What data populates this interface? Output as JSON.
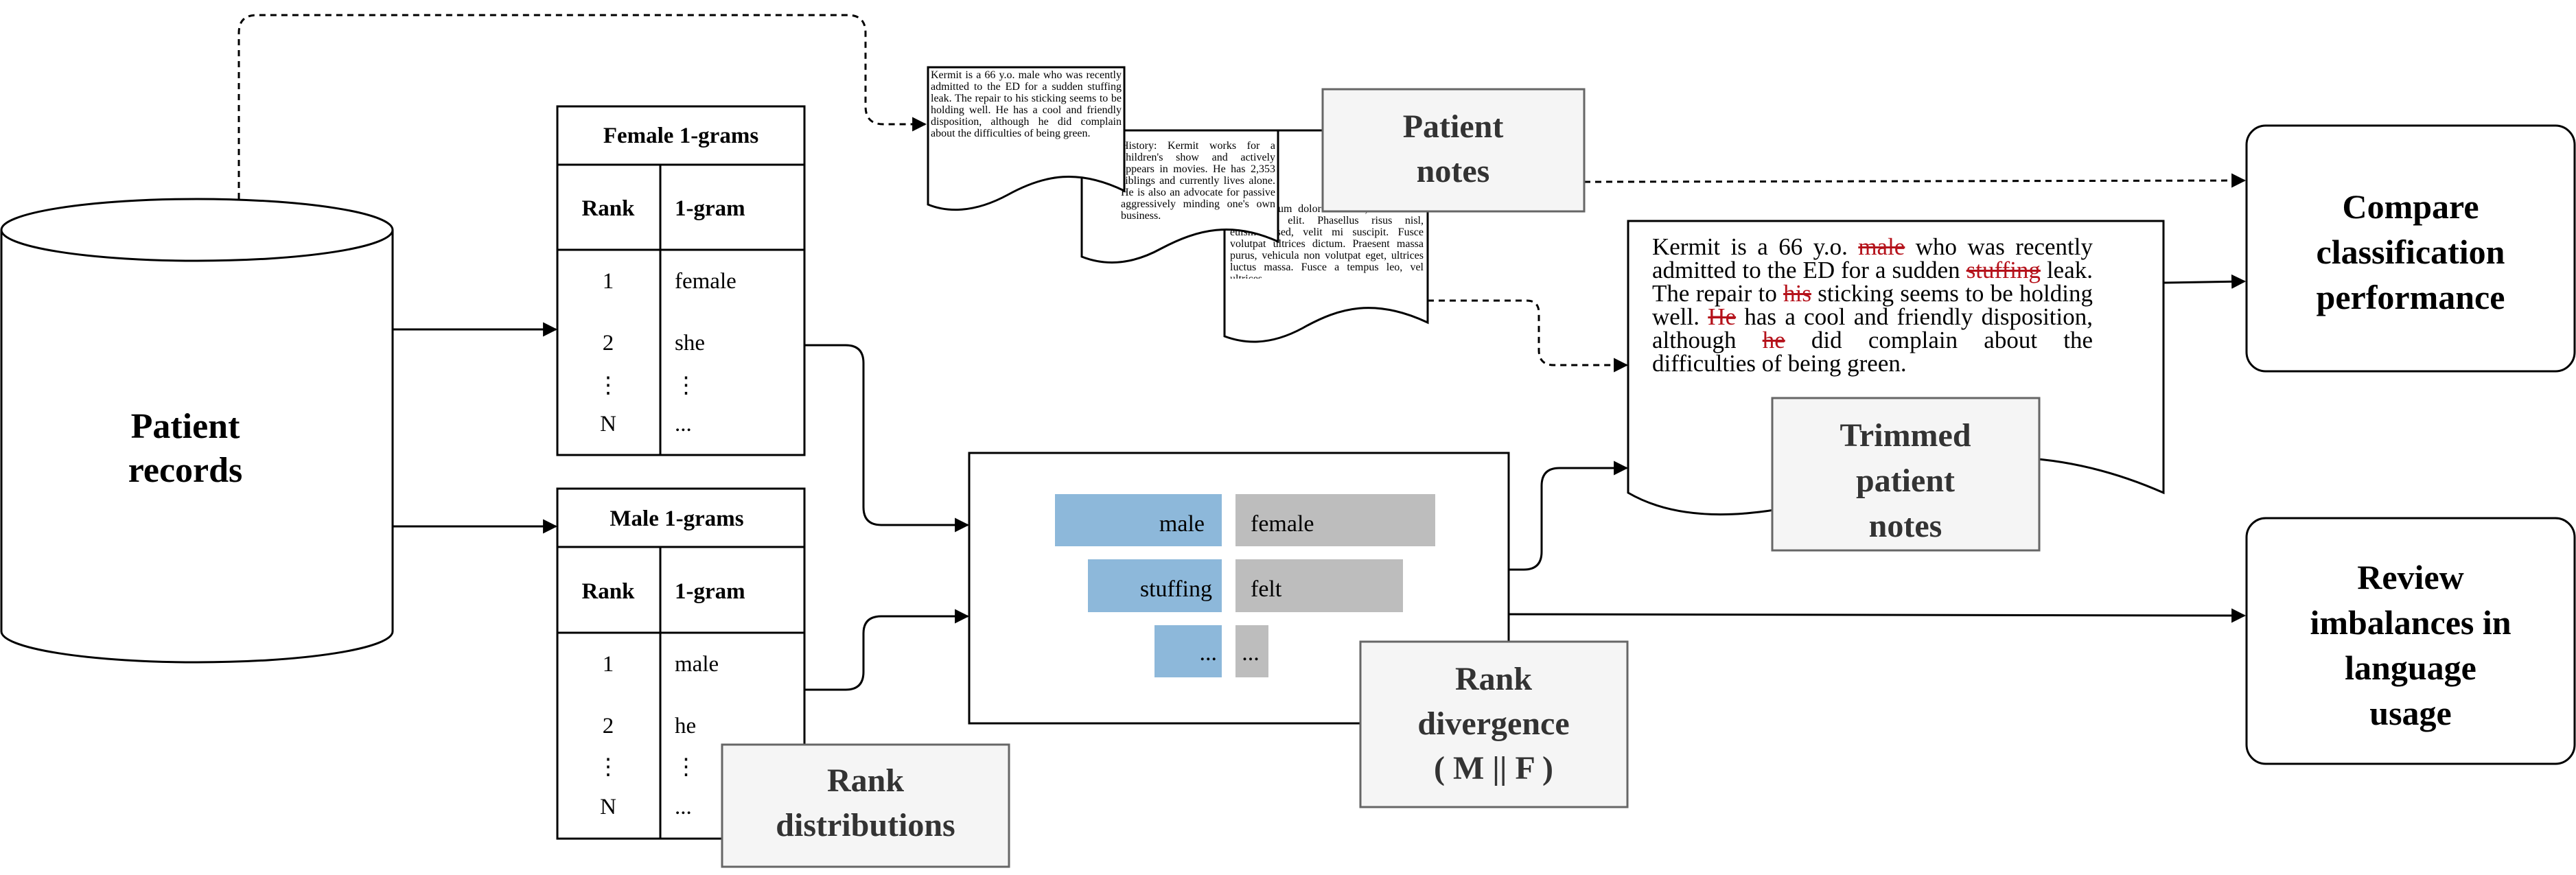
{
  "records": {
    "title_line1": "Patient",
    "title_line2": "records"
  },
  "female_table": {
    "title": "Female 1-grams",
    "col_rank": "Rank",
    "col_gram": "1-gram",
    "rows": [
      {
        "rank": "1",
        "gram": "female"
      },
      {
        "rank": "2",
        "gram": "she"
      },
      {
        "rank": "⋮",
        "gram": "⋮"
      },
      {
        "rank": "N",
        "gram": "..."
      }
    ]
  },
  "male_table": {
    "title": "Male 1-grams",
    "col_rank": "Rank",
    "col_gram": "1-gram",
    "rows": [
      {
        "rank": "1",
        "gram": "male"
      },
      {
        "rank": "2",
        "gram": "he"
      },
      {
        "rank": "⋮",
        "gram": "⋮"
      },
      {
        "rank": "N",
        "gram": "..."
      }
    ]
  },
  "rank_distributions": {
    "line1": "Rank",
    "line2": "distributions"
  },
  "patient_notes_label": {
    "line1": "Patient",
    "line2": "notes"
  },
  "notes": {
    "note1": "Kermit is a 66 y.o. male who was recently admitted to the ED for a sudden stuffing leak. The repair to his sticking seems to be holding well. He has a cool and friendly disposition, although he did complain about the difficulties of being green.",
    "note2": "History: Kermit works for a children's show and actively appears in movies. He has 2,353 siblings and currently lives alone. He is also an advocate for passive aggressively minding one's own business.",
    "note3": "Lorem ipsum dolor sit amet, consectetur adipiscing elit. Phasellus risus nisl, euismod sed, velit mi suscipit. Fusce volutpat ultrices dictum. Praesent massa purus, vehicula non volutpat eget, ultrices luctus massa. Fusce a tempus leo, vel ultrices"
  },
  "divergence": {
    "rows": [
      {
        "male": "male",
        "female": "female"
      },
      {
        "male": "stuffing",
        "female": "felt"
      },
      {
        "male": "...",
        "female": "..."
      }
    ],
    "label_line1": "Rank",
    "label_line2": "divergence",
    "label_line3": "( M || F )"
  },
  "trimmed": {
    "segments": [
      {
        "text": "Kermit is a 66 y.o. ",
        "removed": false
      },
      {
        "text": "male",
        "removed": true
      },
      {
        "text": " who was recently admitted to the ED for a sudden ",
        "removed": false
      },
      {
        "text": "stuffing",
        "removed": true
      },
      {
        "text": " leak. The repair to ",
        "removed": false
      },
      {
        "text": "his",
        "removed": true
      },
      {
        "text": " sticking seems to be holding well. ",
        "removed": false
      },
      {
        "text": "He",
        "removed": true
      },
      {
        "text": " has a cool and friendly disposition, although ",
        "removed": false
      },
      {
        "text": "he",
        "removed": true
      },
      {
        "text": " did complain about the difficulties of being green.",
        "removed": false
      }
    ],
    "label_line1": "Trimmed",
    "label_line2": "patient",
    "label_line3": "notes"
  },
  "compare": {
    "line1": "Compare",
    "line2": "classification",
    "line3": "performance"
  },
  "review": {
    "line1": "Review",
    "line2": "imbalances in",
    "line3": "language",
    "line4": "usage"
  },
  "colors": {
    "male_bar": "#8db8da",
    "female_bar": "#bdbdbd",
    "label_box": "#f5f5f5",
    "strike": "#b5121b"
  }
}
